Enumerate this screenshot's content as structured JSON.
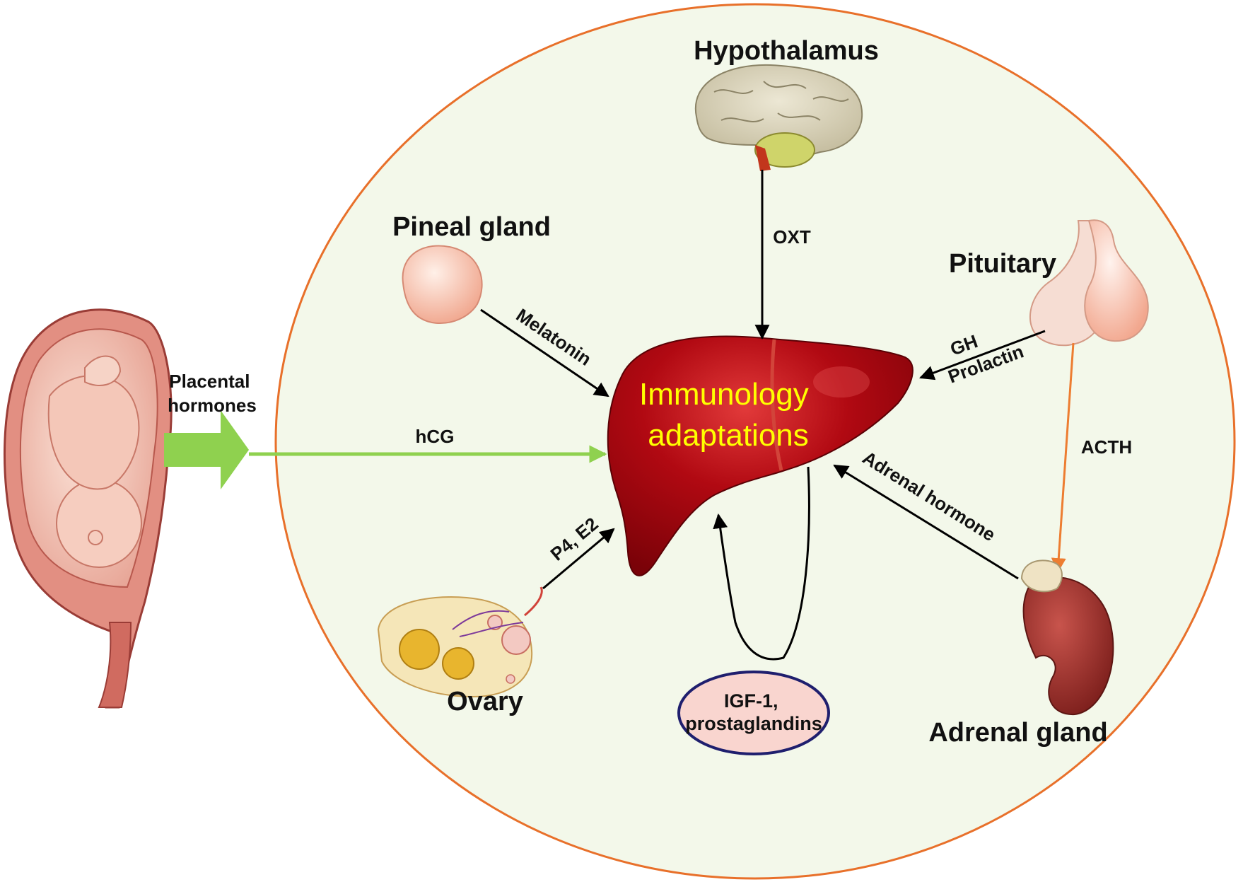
{
  "source_label": "Placental hormones",
  "source_label_lines": [
    "Placental",
    "hormones"
  ],
  "center": {
    "lines": [
      "Immunology",
      "adaptations"
    ],
    "color": "#ffff00"
  },
  "organs": {
    "hypothalamus": "Hypothalamus",
    "pineal": "Pineal gland",
    "pituitary": "Pituitary",
    "ovary": "Ovary",
    "adrenal": "Adrenal gland"
  },
  "hormones": {
    "oxt": "OXT",
    "melatonin": "Melatonin",
    "gh": "GH",
    "prolactin": "Prolactin",
    "acth": "ACTH",
    "hcg": "hCG",
    "p4_e2": "P4, E2",
    "adrenal_hormone": "Adrenal hormone"
  },
  "feedback": {
    "lines": [
      "IGF-1,",
      "prostaglandins"
    ]
  },
  "colors": {
    "circle_border": "#e8702a",
    "circle_fill": "#f3f8ea",
    "liver": "#a3060e",
    "placental_arrow": "#8fd14f",
    "acth_arrow": "#ed7d31",
    "oval_fill": "#f9d5cf",
    "oval_border": "#1f1f6e"
  }
}
